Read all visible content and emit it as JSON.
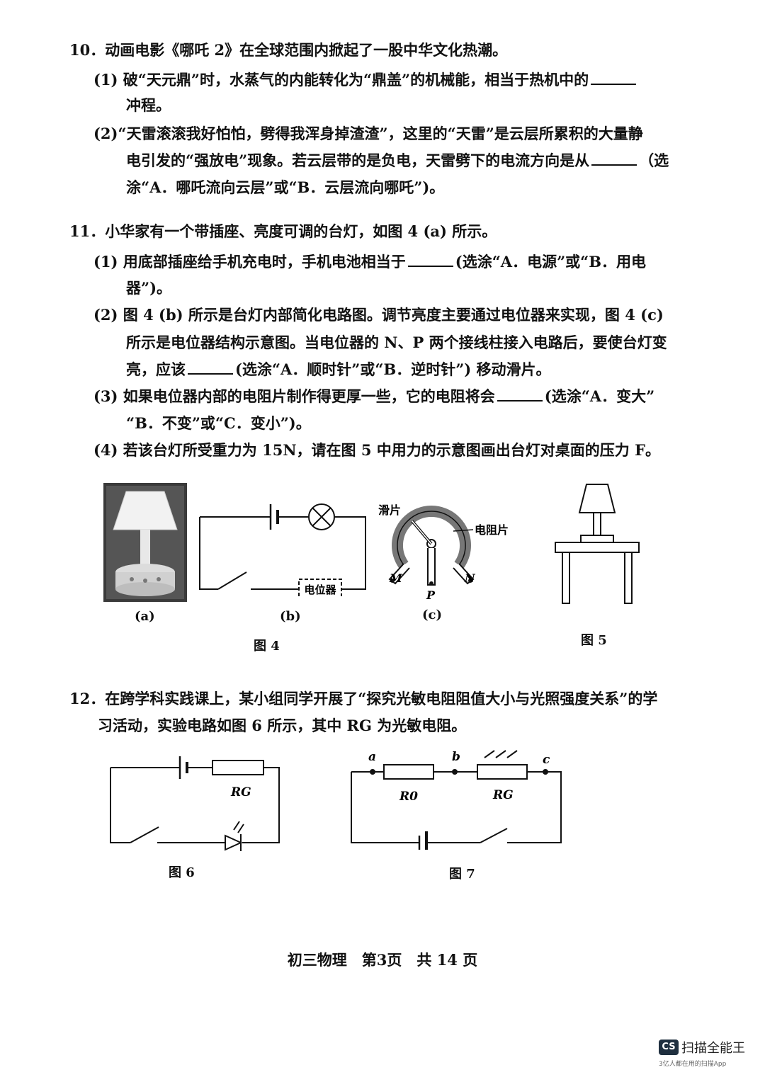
{
  "q10": {
    "stem": "10．动画电影《哪吒 2》在全球范围内掀起了一股中华文化热潮。",
    "p1a": "(1) 破“天元鼎”时，水蒸气的内能转化为“鼎盖”的机械能，相当于热机中的",
    "p1b": "冲程。",
    "p2a": "(2)“天雷滚滚我好怕怕，劈得我浑身掉渣渣”，这里的“天雷”是云层所累积的大量静",
    "p2b": "电引发的“强放电”现象。若云层带的是负电，天雷劈下的电流方向是从",
    "p2b2": "（选",
    "p2c": "涂“A．哪吒流向云层”或“B．云层流向哪吒”)。"
  },
  "q11": {
    "stem": "11．小华家有一个带插座、亮度可调的台灯，如图 4 (a) 所示。",
    "p1a": "(1) 用底部插座给手机充电时，手机电池相当于",
    "p1a2": "(选涂“A．电源”或“B．用电",
    "p1b": "器”)。",
    "p2a": "(2) 图 4 (b) 所示是台灯内部简化电路图。调节亮度主要通过电位器来实现，图 4 (c)",
    "p2b": "所示是电位器结构示意图。当电位器的 N、P 两个接线柱接入电路后，要使台灯变",
    "p2c1": "亮，应该",
    "p2c2": "(选涂“A．顺时针”或“B．逆时针”) 移动滑片。",
    "p3a1": "(3) 如果电位器内部的电阻片制作得更厚一些，它的电阻将会",
    "p3a2": "(选涂“A．变大”",
    "p3b": "“B．不变”或“C．变小”)。",
    "p4": "(4) 若该台灯所受重力为 15N，请在图 5 中用力的示意图画出台灯对桌面的压力 F。"
  },
  "fig4": {
    "a": "(a)",
    "b": "(b)",
    "c": "(c)",
    "caption": "图 4",
    "potentiometer_box": "电位器",
    "slider": "滑片",
    "resistor_strip": "电阻片",
    "M": "M",
    "P": "P",
    "N": "N"
  },
  "fig5": {
    "caption": "图 5"
  },
  "q12": {
    "stem": "12．在跨学科实践课上，某小组同学开展了“探究光敏电阻阻值大小与光照强度关系”的学",
    "stem2": "习活动，实验电路如图 6 所示，其中 RG 为光敏电阻。"
  },
  "fig6": {
    "caption": "图 6",
    "RG": "RG"
  },
  "fig7": {
    "caption": "图 7",
    "a": "a",
    "b": "b",
    "c": "c",
    "R0": "R0",
    "RG": "RG"
  },
  "footer": "初三物理　第3页　共 14 页",
  "watermark": {
    "badge": "CS",
    "name": "扫描全能王",
    "sub": "3亿人都在用的扫描App"
  }
}
